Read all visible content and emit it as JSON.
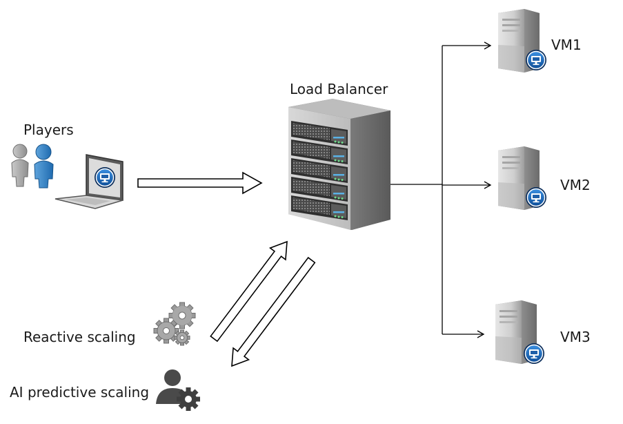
{
  "labels": {
    "players": "Players",
    "load_balancer": "Load Balancer",
    "vm1": "VM1",
    "vm2": "VM2",
    "vm3": "VM3",
    "reactive_scaling": "Reactive scaling",
    "ai_predictive_scaling": "AI predictive scaling"
  },
  "icons": {
    "players": "users-icon",
    "client": "laptop-icon",
    "load_balancer": "server-rack-icon",
    "vm": "server-tower-icon",
    "reactive": "gears-icon",
    "ai": "user-gear-icon"
  },
  "colors": {
    "arrow_stroke": "#000000",
    "server_gray": "#8a8a8a",
    "badge_blue": "#1f5fa8"
  }
}
